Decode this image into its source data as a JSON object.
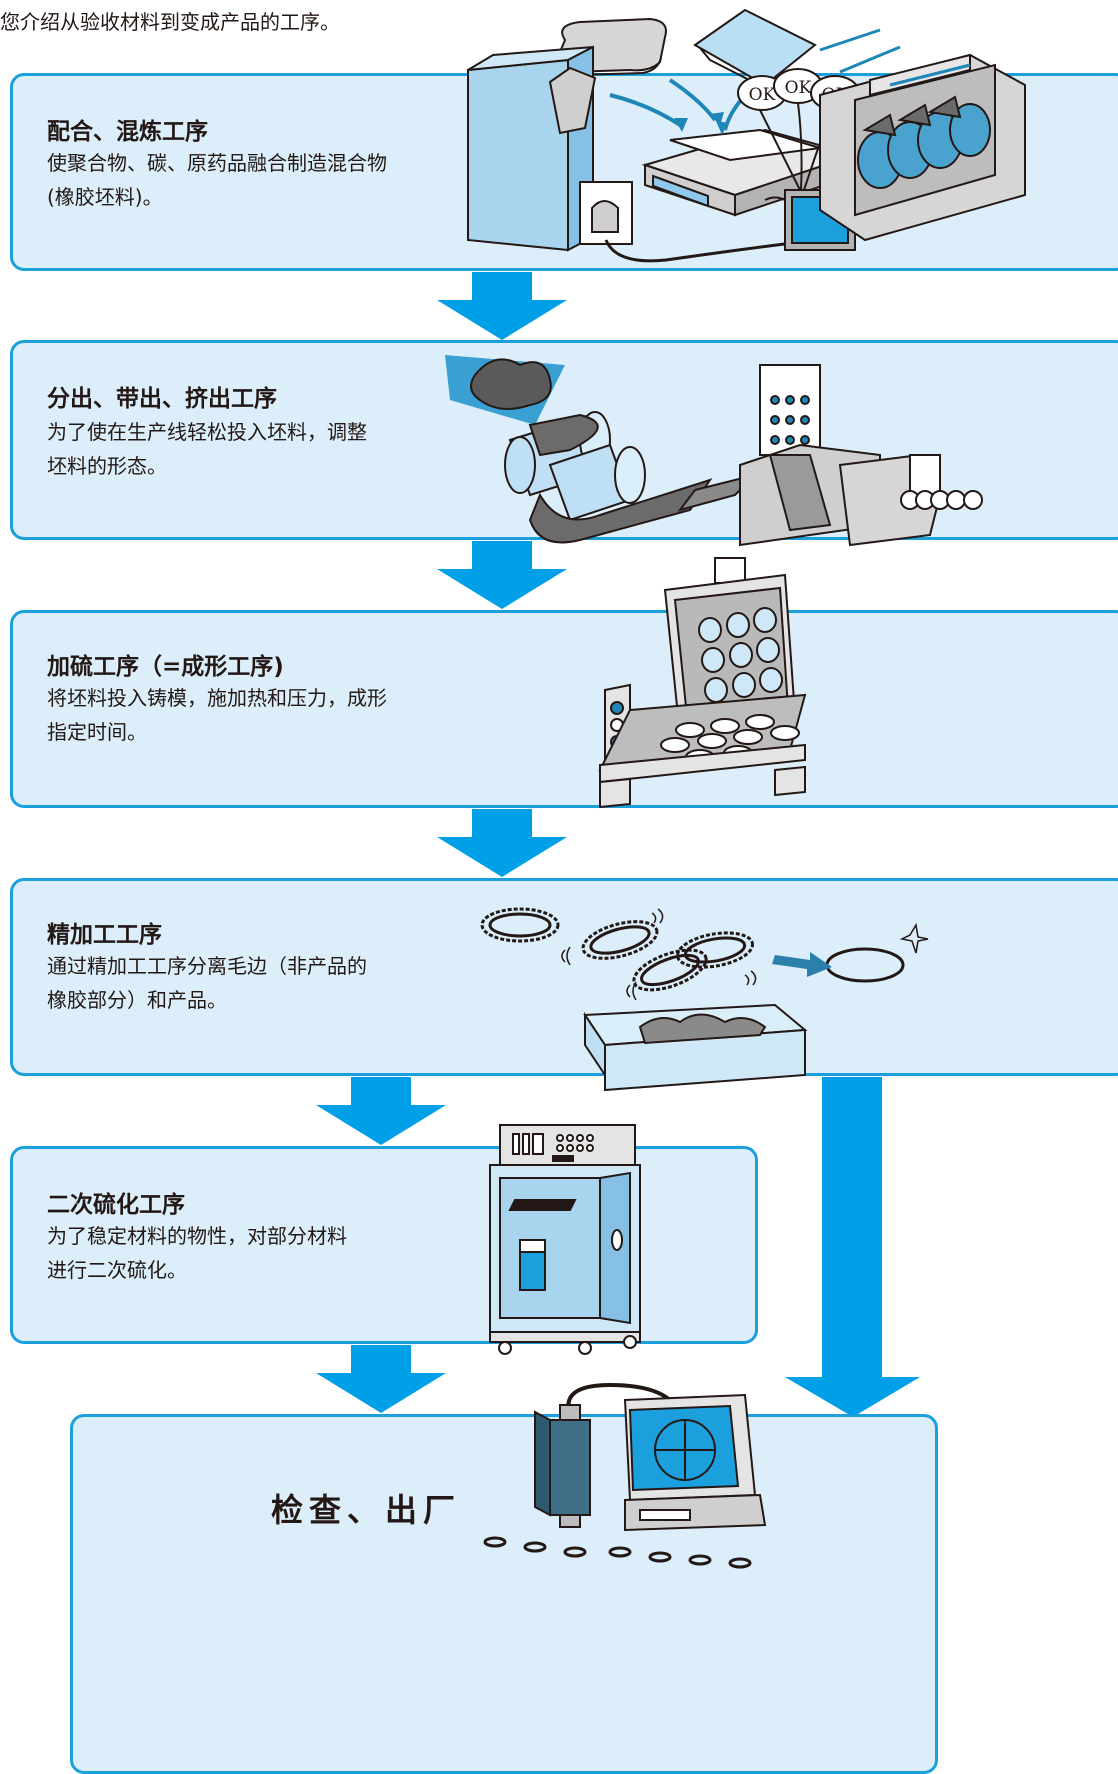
{
  "intro": "您介绍从验收材料到变成产品的工序。",
  "steps": [
    {
      "title": "配合、混炼工序",
      "desc": [
        "使聚合物、碳、原药品融合制造混合物",
        "(橡胶坯料)。"
      ],
      "labels": [
        "OK",
        "OK",
        "OK"
      ]
    },
    {
      "title": "分出、带出、挤出工序",
      "desc": [
        "为了使在生产线轻松投入坯料，调整",
        "坯料的形态。"
      ]
    },
    {
      "title": "加硫工序（=成形工序)",
      "desc": [
        "将坯料投入铸模，施加热和压力，成形",
        "指定时间。"
      ]
    },
    {
      "title": "精加工工序",
      "desc": [
        "通过精加工工序分离毛边（非产品的",
        "橡胶部分）和产品。"
      ]
    },
    {
      "title": "二次硫化工序",
      "desc": [
        "为了稳定材料的物性，对部分材料",
        "进行二次硫化。"
      ]
    }
  ],
  "final": {
    "title": "检查、出厂"
  },
  "colors": {
    "box_fill": "#dbeefa",
    "box_border": "#1ba0dd",
    "arrow": "#00a0e9"
  }
}
